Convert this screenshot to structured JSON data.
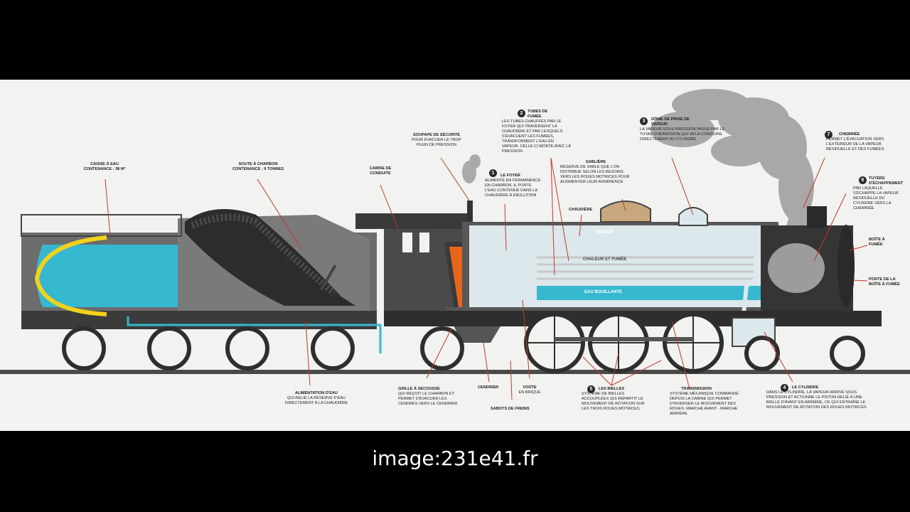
{
  "caption": "image:231e41.fr",
  "labels": {
    "caisse_eau": {
      "title": "CAISSE À EAU",
      "desc": "CONTENANCE : 38 M³"
    },
    "soute_charbon": {
      "title": "SOUTE À CHARBON",
      "desc": "CONTENANCE : 9 TONNES"
    },
    "cabine": {
      "title": "CABINE DE",
      "desc": "CONDUITE"
    },
    "soupape": {
      "title": "SOUPAPE DE SÉCURITÉ",
      "desc": "POUR ÉVACUER LE TROP PLEIN DE PRESSION"
    },
    "foyer": {
      "num": "1",
      "title": "LE FOYER",
      "desc": "ALIMENTÉ EN PERMANENCE EN CHARBON, IL PORTE L'EAU CONTENUE DANS LA CHAUDIÈRE À ÉBULLITION"
    },
    "tubes": {
      "num": "2",
      "title": "TUBES DE FUMÉE",
      "desc": "LES TUBES CHAUFFÉS PAR LE FOYER QUI TRAVERSENT LA CHAUDIÈRE ET PAR LESQUELS S'ÉVACUENT LES FUMÉES, TRANSFORMENT L'EAU EN VAPEUR. CELLE-CI MONTE AVEC LA PRESSION"
    },
    "dome": {
      "num": "3",
      "title": "DÔME DE PRISE DE VAPEUR",
      "desc": "LA VAPEUR SOUS PRESSION PASSE PAR LE TUYAU D'ADMISSION QUI VA LA CONDUIRE DIRECTEMENT AU CYLINDRE"
    },
    "sabliere": {
      "title": "SABLIÈRE",
      "desc": "RÉSERVE DE SABLE QUE L'ON DISTRIBUE SELON LES BESOINS VERS LES ROUES MOTRICES POUR AUGMENTER LEUR ADHÉRENCE"
    },
    "chaudiere": {
      "title": "CHAUDIÈRE"
    },
    "cheminee": {
      "num": "7",
      "title": "CHEMINÉE",
      "desc": "PERMET L'ÉVACUATION VERS L'EXTÉRIEUR DE LA VAPEUR RÉSIDUELLE ET DES FUMÉES"
    },
    "tuyere": {
      "num": "6",
      "title": "TUYÈRE D'ÉCHAPPEMENT",
      "desc": "PAR LAQUELLE S'ÉCHAPPE LA VAPEUR RÉSIDUELLE DU CYLINDRE VERS LA CHEMINÉE"
    },
    "boite_fumee": {
      "title": "BOÎTE À FUMÉE"
    },
    "porte_boite": {
      "title": "PORTE DE LA BOÎTE À FUMÉE"
    },
    "alimentation": {
      "title": "ALIMENTATION D'EAU",
      "desc": "QUI RELIE LA RÉSERVE D'EAU DIRECTEMENT À LA CHAUDIÈRE"
    },
    "grille": {
      "title": "GRILLE À SECOUSSE",
      "desc": "QUI REÇOIT LE CHARBON ET PERMET D'ÉVACUER LES CENDRES VERS LE CENDRIER"
    },
    "cendrier": {
      "title": "CENDRIER"
    },
    "voute": {
      "title": "VOÛTE",
      "desc": "EN BRIQUE"
    },
    "sabots": {
      "title": "SABOTS DE FREINS"
    },
    "bielles": {
      "num": "5",
      "title": "LES BIELLES",
      "desc": "SYSTÈME DE BIELLES ACCOUPLÉES QUI RÉPARTIT LE MOUVEMENT DE ROTATION SUR LES TROIS ROUES MOTRICES"
    },
    "transmission": {
      "title": "TRANSMISSION",
      "desc": "SYSTÈME MÉCANIQUE COMMANDÉ DEPUIS LA CABINE QUI PERMET D'INVERSER LE MOUVEMENT DES ROUES. MARCHE AVANT - MARCHE ARRIÈRE"
    },
    "cylindre": {
      "num": "4",
      "title": "LE CYLINDRE",
      "desc": "DANS LE CYLINDRE, LA VAPEUR ARRIVE SOUS PRESSION ET ACTIONNE LE PISTON RELIÉ À UNE BIELLE D'AVANT EN ARRIÈRE, CE QUI ENTRAÎNE LE MOUVEMENT DE ROTATION DES ROUES MOTRICES"
    }
  },
  "inner": {
    "vapeur": "VAPEUR",
    "chaleur": "CHALEUR ET FUMÉE",
    "eau": "EAU BOUILLANTE"
  },
  "colors": {
    "water": "#35b8d0",
    "body": "#6c6c6c",
    "dark": "#353535",
    "fire": "#e8661c",
    "leader": "#c0392b",
    "highlight": "#f2d21b"
  }
}
